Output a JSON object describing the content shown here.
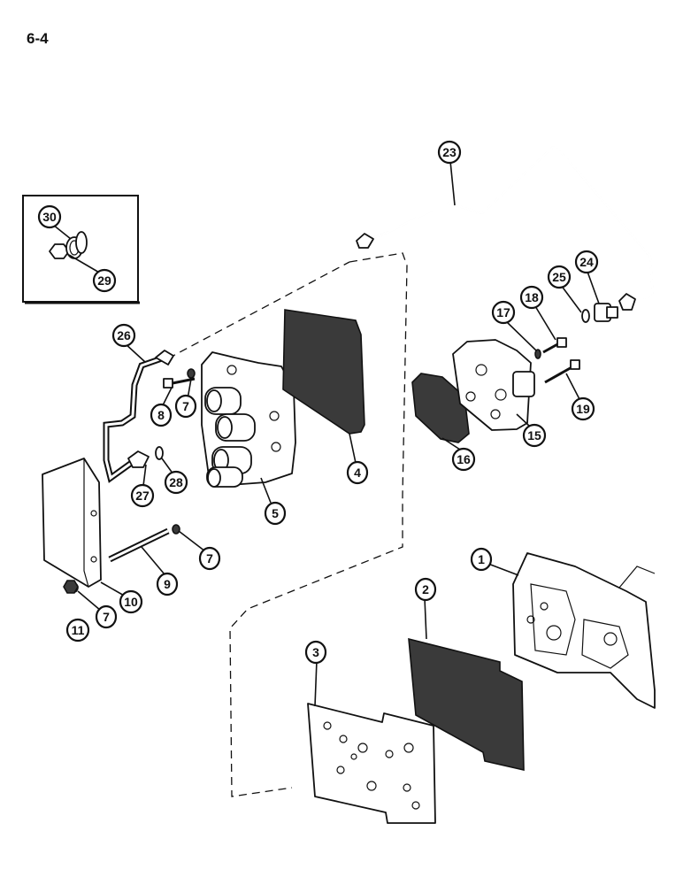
{
  "page": {
    "number": "6-4"
  },
  "callouts": [
    {
      "id": "c1",
      "label": "1"
    },
    {
      "id": "c2",
      "label": "2"
    },
    {
      "id": "c3",
      "label": "3"
    },
    {
      "id": "c4",
      "label": "4"
    },
    {
      "id": "c5",
      "label": "5"
    },
    {
      "id": "c7a",
      "label": "7"
    },
    {
      "id": "c7b",
      "label": "7"
    },
    {
      "id": "c7c",
      "label": "7"
    },
    {
      "id": "c8",
      "label": "8"
    },
    {
      "id": "c9",
      "label": "9"
    },
    {
      "id": "c10",
      "label": "10"
    },
    {
      "id": "c11",
      "label": "11"
    },
    {
      "id": "c15",
      "label": "15"
    },
    {
      "id": "c16",
      "label": "16"
    },
    {
      "id": "c17",
      "label": "17"
    },
    {
      "id": "c18",
      "label": "18"
    },
    {
      "id": "c19",
      "label": "19"
    },
    {
      "id": "c23",
      "label": "23"
    },
    {
      "id": "c24",
      "label": "24"
    },
    {
      "id": "c25",
      "label": "25"
    },
    {
      "id": "c26",
      "label": "26"
    },
    {
      "id": "c27",
      "label": "27"
    },
    {
      "id": "c28",
      "label": "28"
    },
    {
      "id": "c29",
      "label": "29"
    },
    {
      "id": "c30",
      "label": "30"
    }
  ]
}
